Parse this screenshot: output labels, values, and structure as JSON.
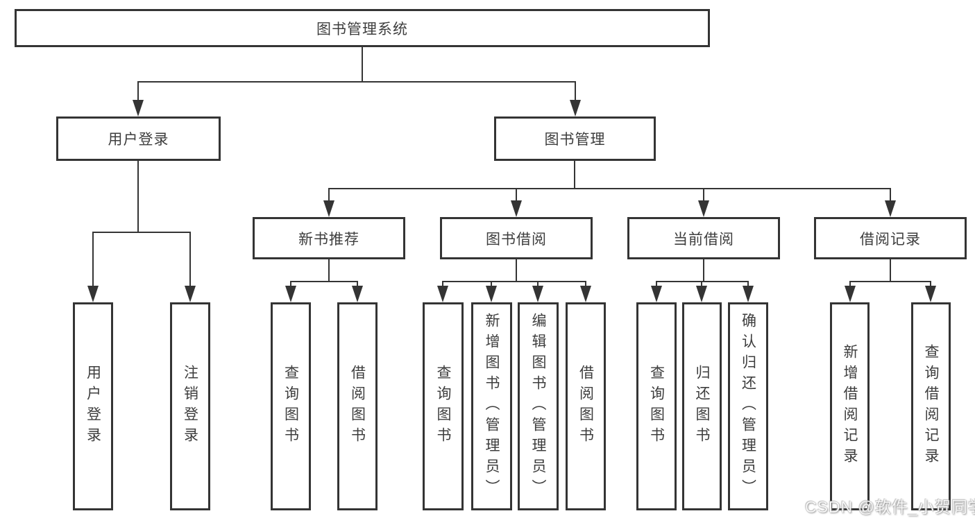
{
  "title": "图书管理系统",
  "tree": {
    "user_login": {
      "label": "用户登录",
      "children": [
        {
          "label": "用户登录"
        },
        {
          "label": "注销登录"
        }
      ]
    },
    "book_mgmt": {
      "label": "图书管理",
      "children": [
        {
          "label": "新书推荐",
          "children": [
            {
              "label": "查询图书"
            },
            {
              "label": "借阅图书"
            }
          ]
        },
        {
          "label": "图书借阅",
          "children": [
            {
              "label": "查询图书"
            },
            {
              "label": "新增图书（管理员）"
            },
            {
              "label": "编辑图书（管理员）"
            },
            {
              "label": "借阅图书"
            }
          ]
        },
        {
          "label": "当前借阅",
          "children": [
            {
              "label": "查询图书"
            },
            {
              "label": "归还图书"
            },
            {
              "label": "确认归还（管理员）"
            }
          ]
        },
        {
          "label": "借阅记录",
          "children": [
            {
              "label": "新增借阅记录"
            },
            {
              "label": "查询借阅记录"
            }
          ]
        }
      ]
    }
  },
  "watermark": "CSDN @软件_小贺同学",
  "colors": {
    "line": "#343434",
    "text": "#3d3d3d",
    "background": "#ffffff"
  }
}
